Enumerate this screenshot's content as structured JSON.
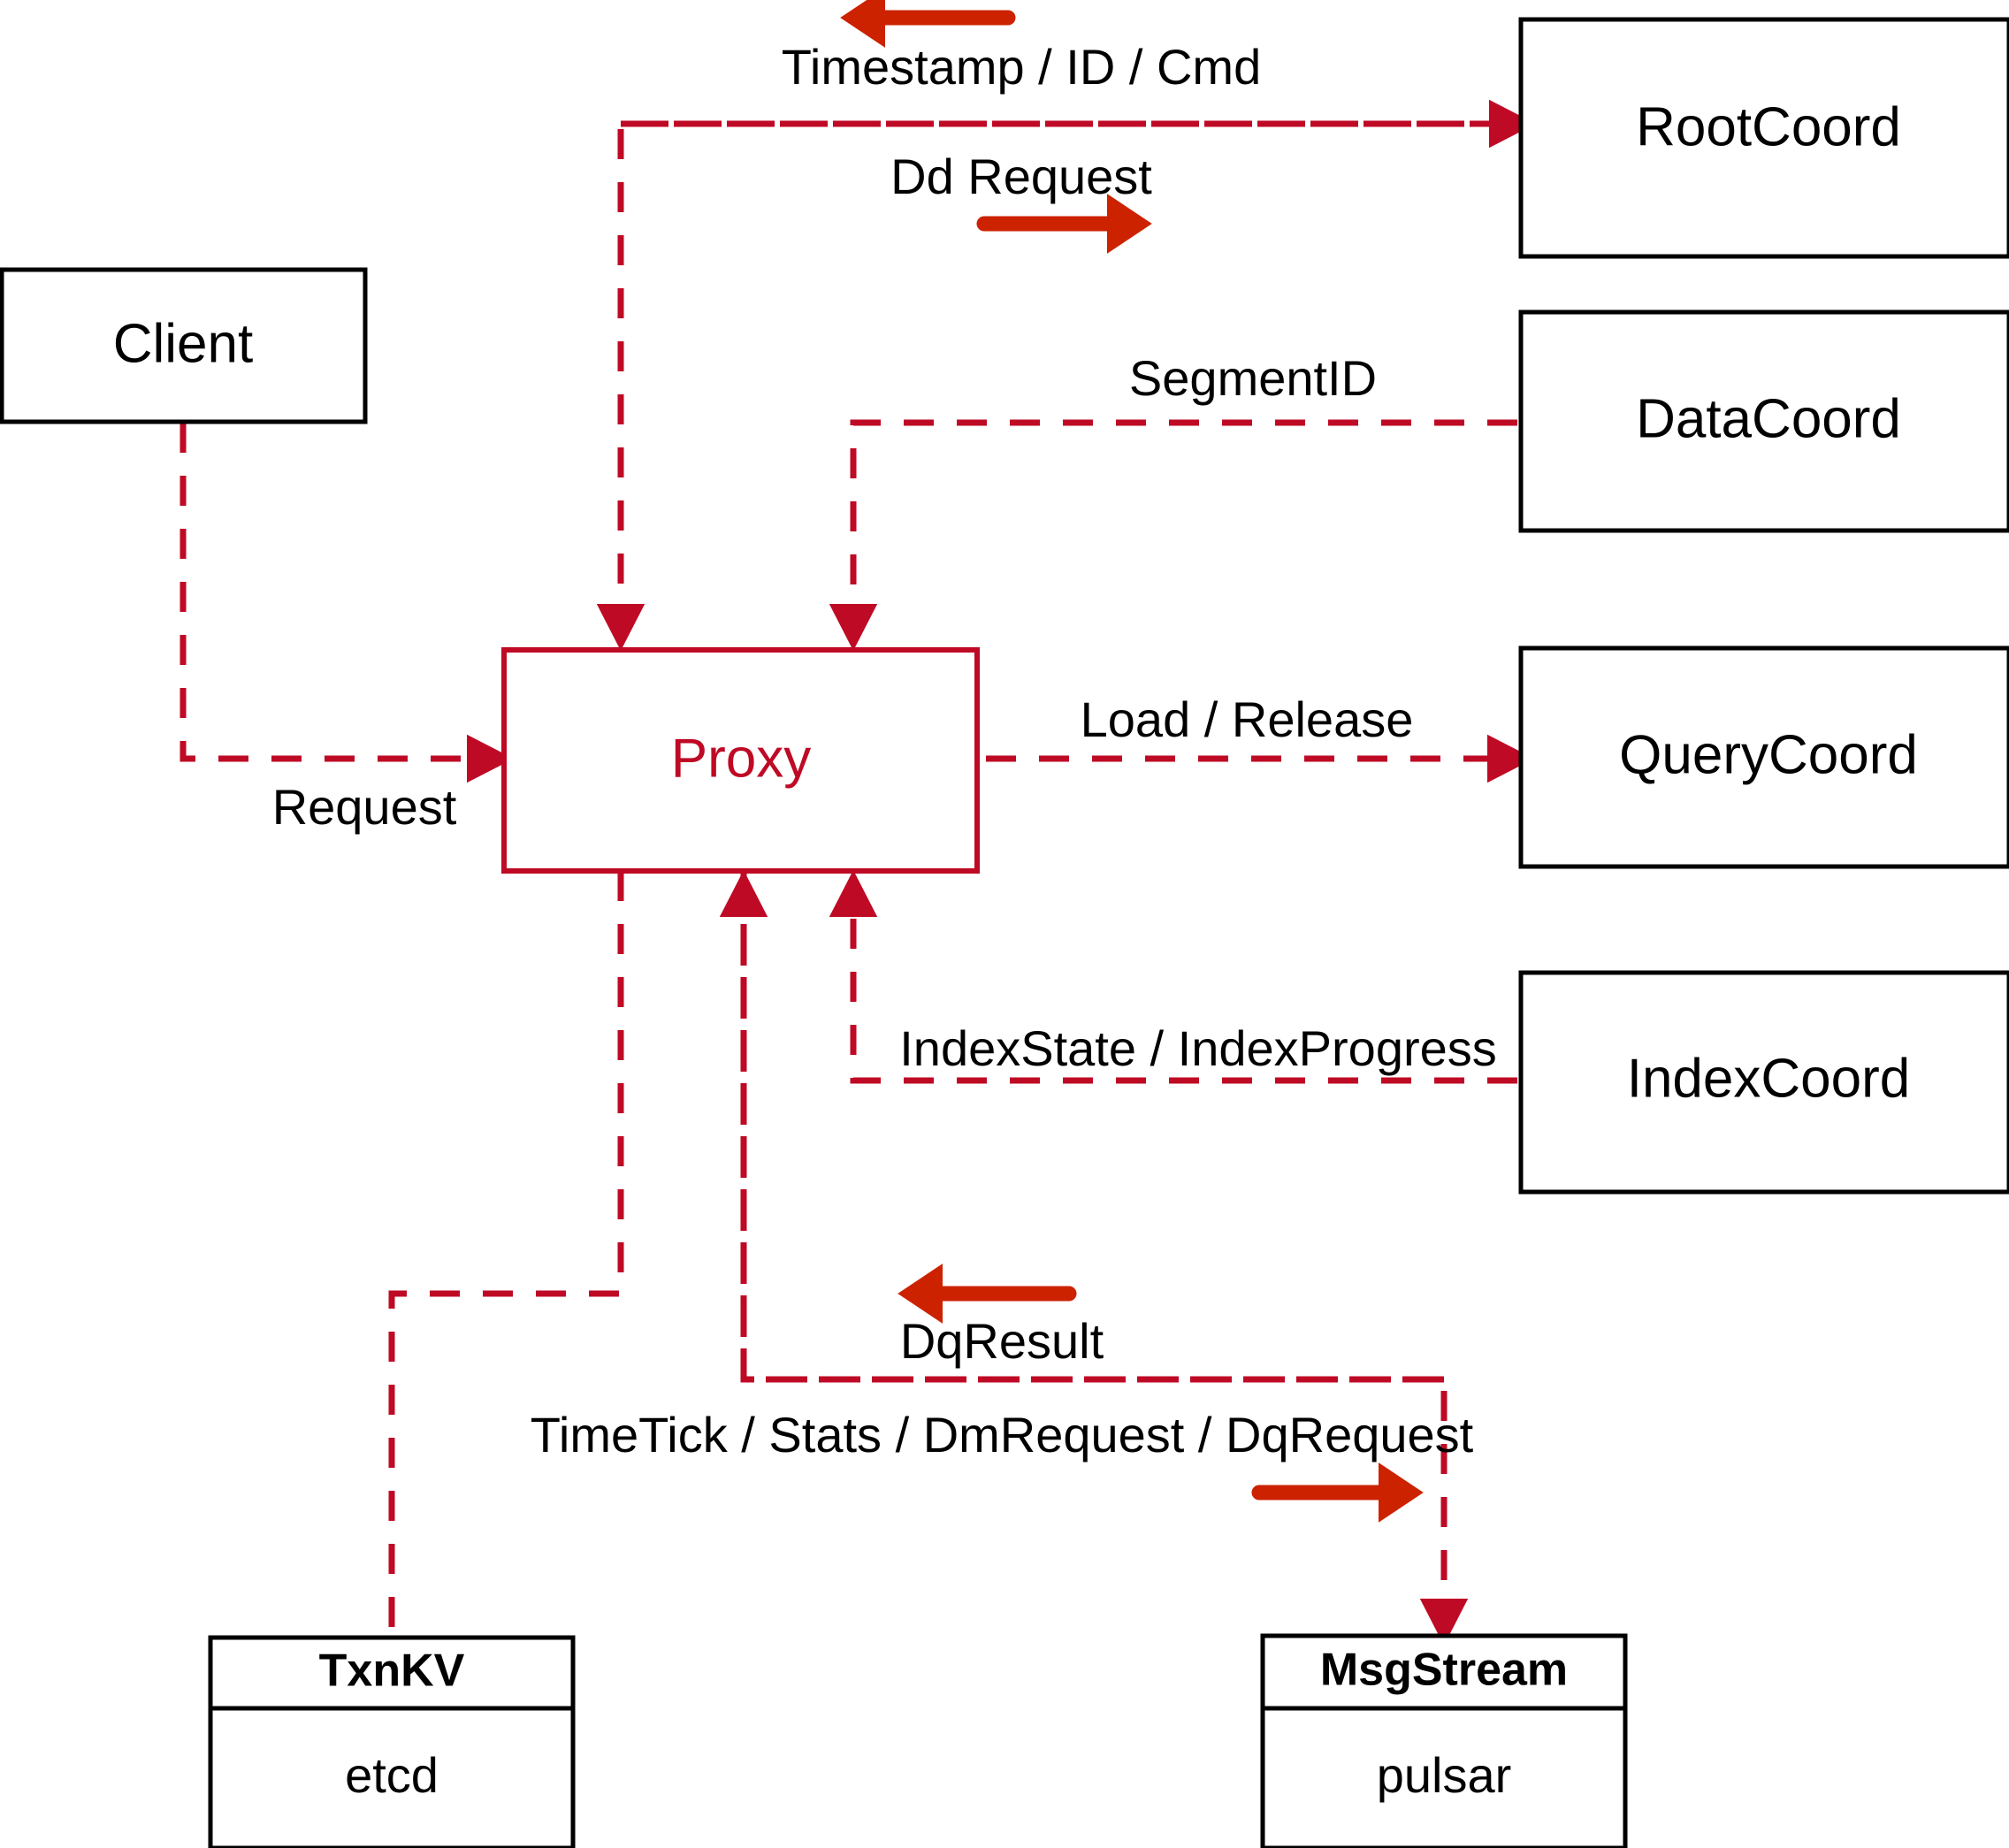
{
  "diagram": {
    "title": "Milvus Proxy interaction diagram",
    "accent_color": "#bf0a25",
    "arrow_color": "#cc2200",
    "box_color": "#000000",
    "background": "#ffffff"
  },
  "nodes": {
    "client": {
      "label": "Client"
    },
    "proxy": {
      "label": "Proxy"
    },
    "root_coord": {
      "label": "RootCoord"
    },
    "data_coord": {
      "label": "DataCoord"
    },
    "query_coord": {
      "label": "QueryCoord"
    },
    "index_coord": {
      "label": "IndexCoord"
    },
    "txnkv": {
      "header": "TxnKV",
      "body": "etcd"
    },
    "msgstream": {
      "header": "MsgStream",
      "body": "pulsar"
    }
  },
  "edges": {
    "timestamp_id_cmd": {
      "label": "Timestamp / ID / Cmd",
      "direction": "left"
    },
    "dd_request": {
      "label": "Dd Request",
      "direction": "right"
    },
    "segment_id": {
      "label": "SegmentID",
      "direction": "none"
    },
    "load_release": {
      "label": "Load / Release",
      "direction": "none"
    },
    "index_state": {
      "label": "IndexState / IndexProgress",
      "direction": "none"
    },
    "request": {
      "label": "Request",
      "direction": "none"
    },
    "dq_result": {
      "label": "DqResult",
      "direction": "left"
    },
    "timetick_stats": {
      "label": "TimeTick / Stats / DmRequest / DqRequest",
      "direction": "right"
    }
  }
}
